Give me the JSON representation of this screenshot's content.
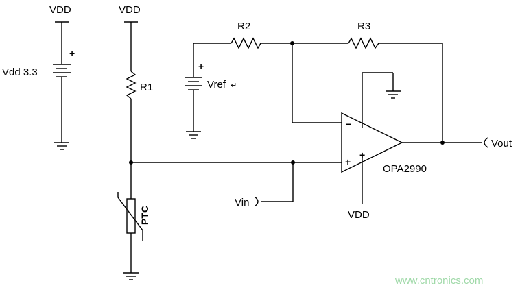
{
  "labels": {
    "vdd_left": "VDD",
    "vdd_mid": "VDD",
    "vdd_opamp": "VDD",
    "battery_left": "Vdd 3.3",
    "battery_plus": "+",
    "r1": "R1",
    "r2": "R2",
    "r3": "R3",
    "vref": "Vref",
    "vref_plus": "+",
    "ptc": "PTC",
    "vin": "Vin",
    "vout": "Vout",
    "opamp_name": "OPA2990",
    "opamp_minus": "−",
    "opamp_plus_input": "+",
    "opamp_plus_supply": "+",
    "watermark": "www.cntronics.com",
    "return_glyph": "↵"
  },
  "colors": {
    "line": "#000000",
    "watermark": "#9fd9a8"
  }
}
